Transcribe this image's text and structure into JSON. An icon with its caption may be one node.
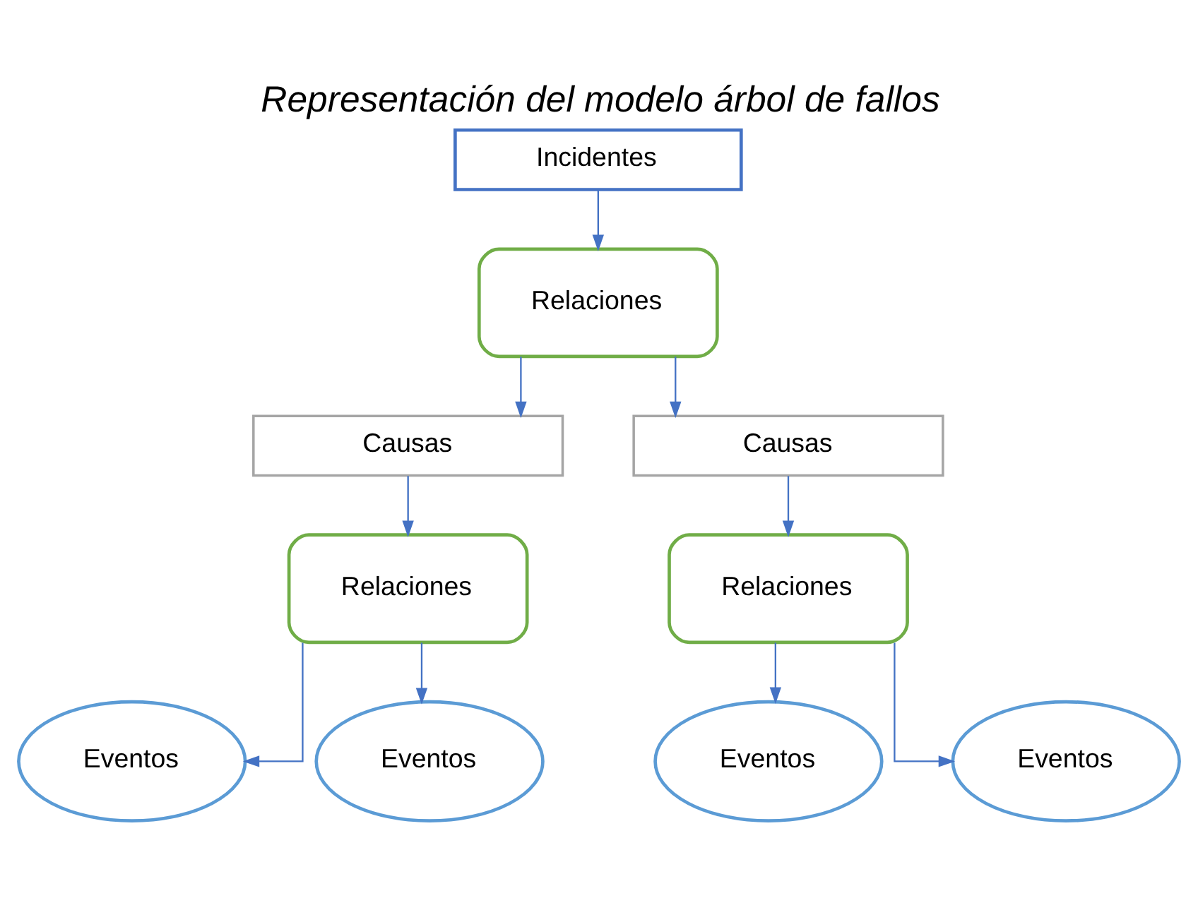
{
  "diagram": {
    "title": "Representación del modelo árbol de fallos",
    "nodes": [
      {
        "text": [
          "Incidentes"
        ]
      },
      {
        "text": [
          "Relaciones"
        ]
      },
      {
        "text": [
          "Causas"
        ]
      },
      {
        "text": [
          "Causas"
        ]
      },
      {
        "text": [
          "Relaciones"
        ]
      },
      {
        "text": [
          "Relaciones"
        ]
      },
      {
        "text": [
          "Eventos"
        ]
      },
      {
        "text": [
          "Eventos"
        ]
      },
      {
        "text": [
          "Eventos"
        ]
      },
      {
        "text": [
          "Eventos"
        ]
      }
    ],
    "edges": [
      {
        "from": 0,
        "to": 1,
        "arrow": "to"
      },
      {
        "from": 1,
        "to": 2,
        "arrow": "to"
      },
      {
        "from": 1,
        "to": 3,
        "arrow": "to"
      },
      {
        "from": 2,
        "to": 4,
        "arrow": "to"
      },
      {
        "from": 3,
        "to": 5,
        "arrow": "to"
      },
      {
        "from": 4,
        "to": 6,
        "arrow": "to"
      },
      {
        "from": 4,
        "to": 7,
        "arrow": "to"
      },
      {
        "from": 5,
        "to": 8,
        "arrow": "to"
      },
      {
        "from": 5,
        "to": 9,
        "arrow": "to"
      }
    ]
  }
}
